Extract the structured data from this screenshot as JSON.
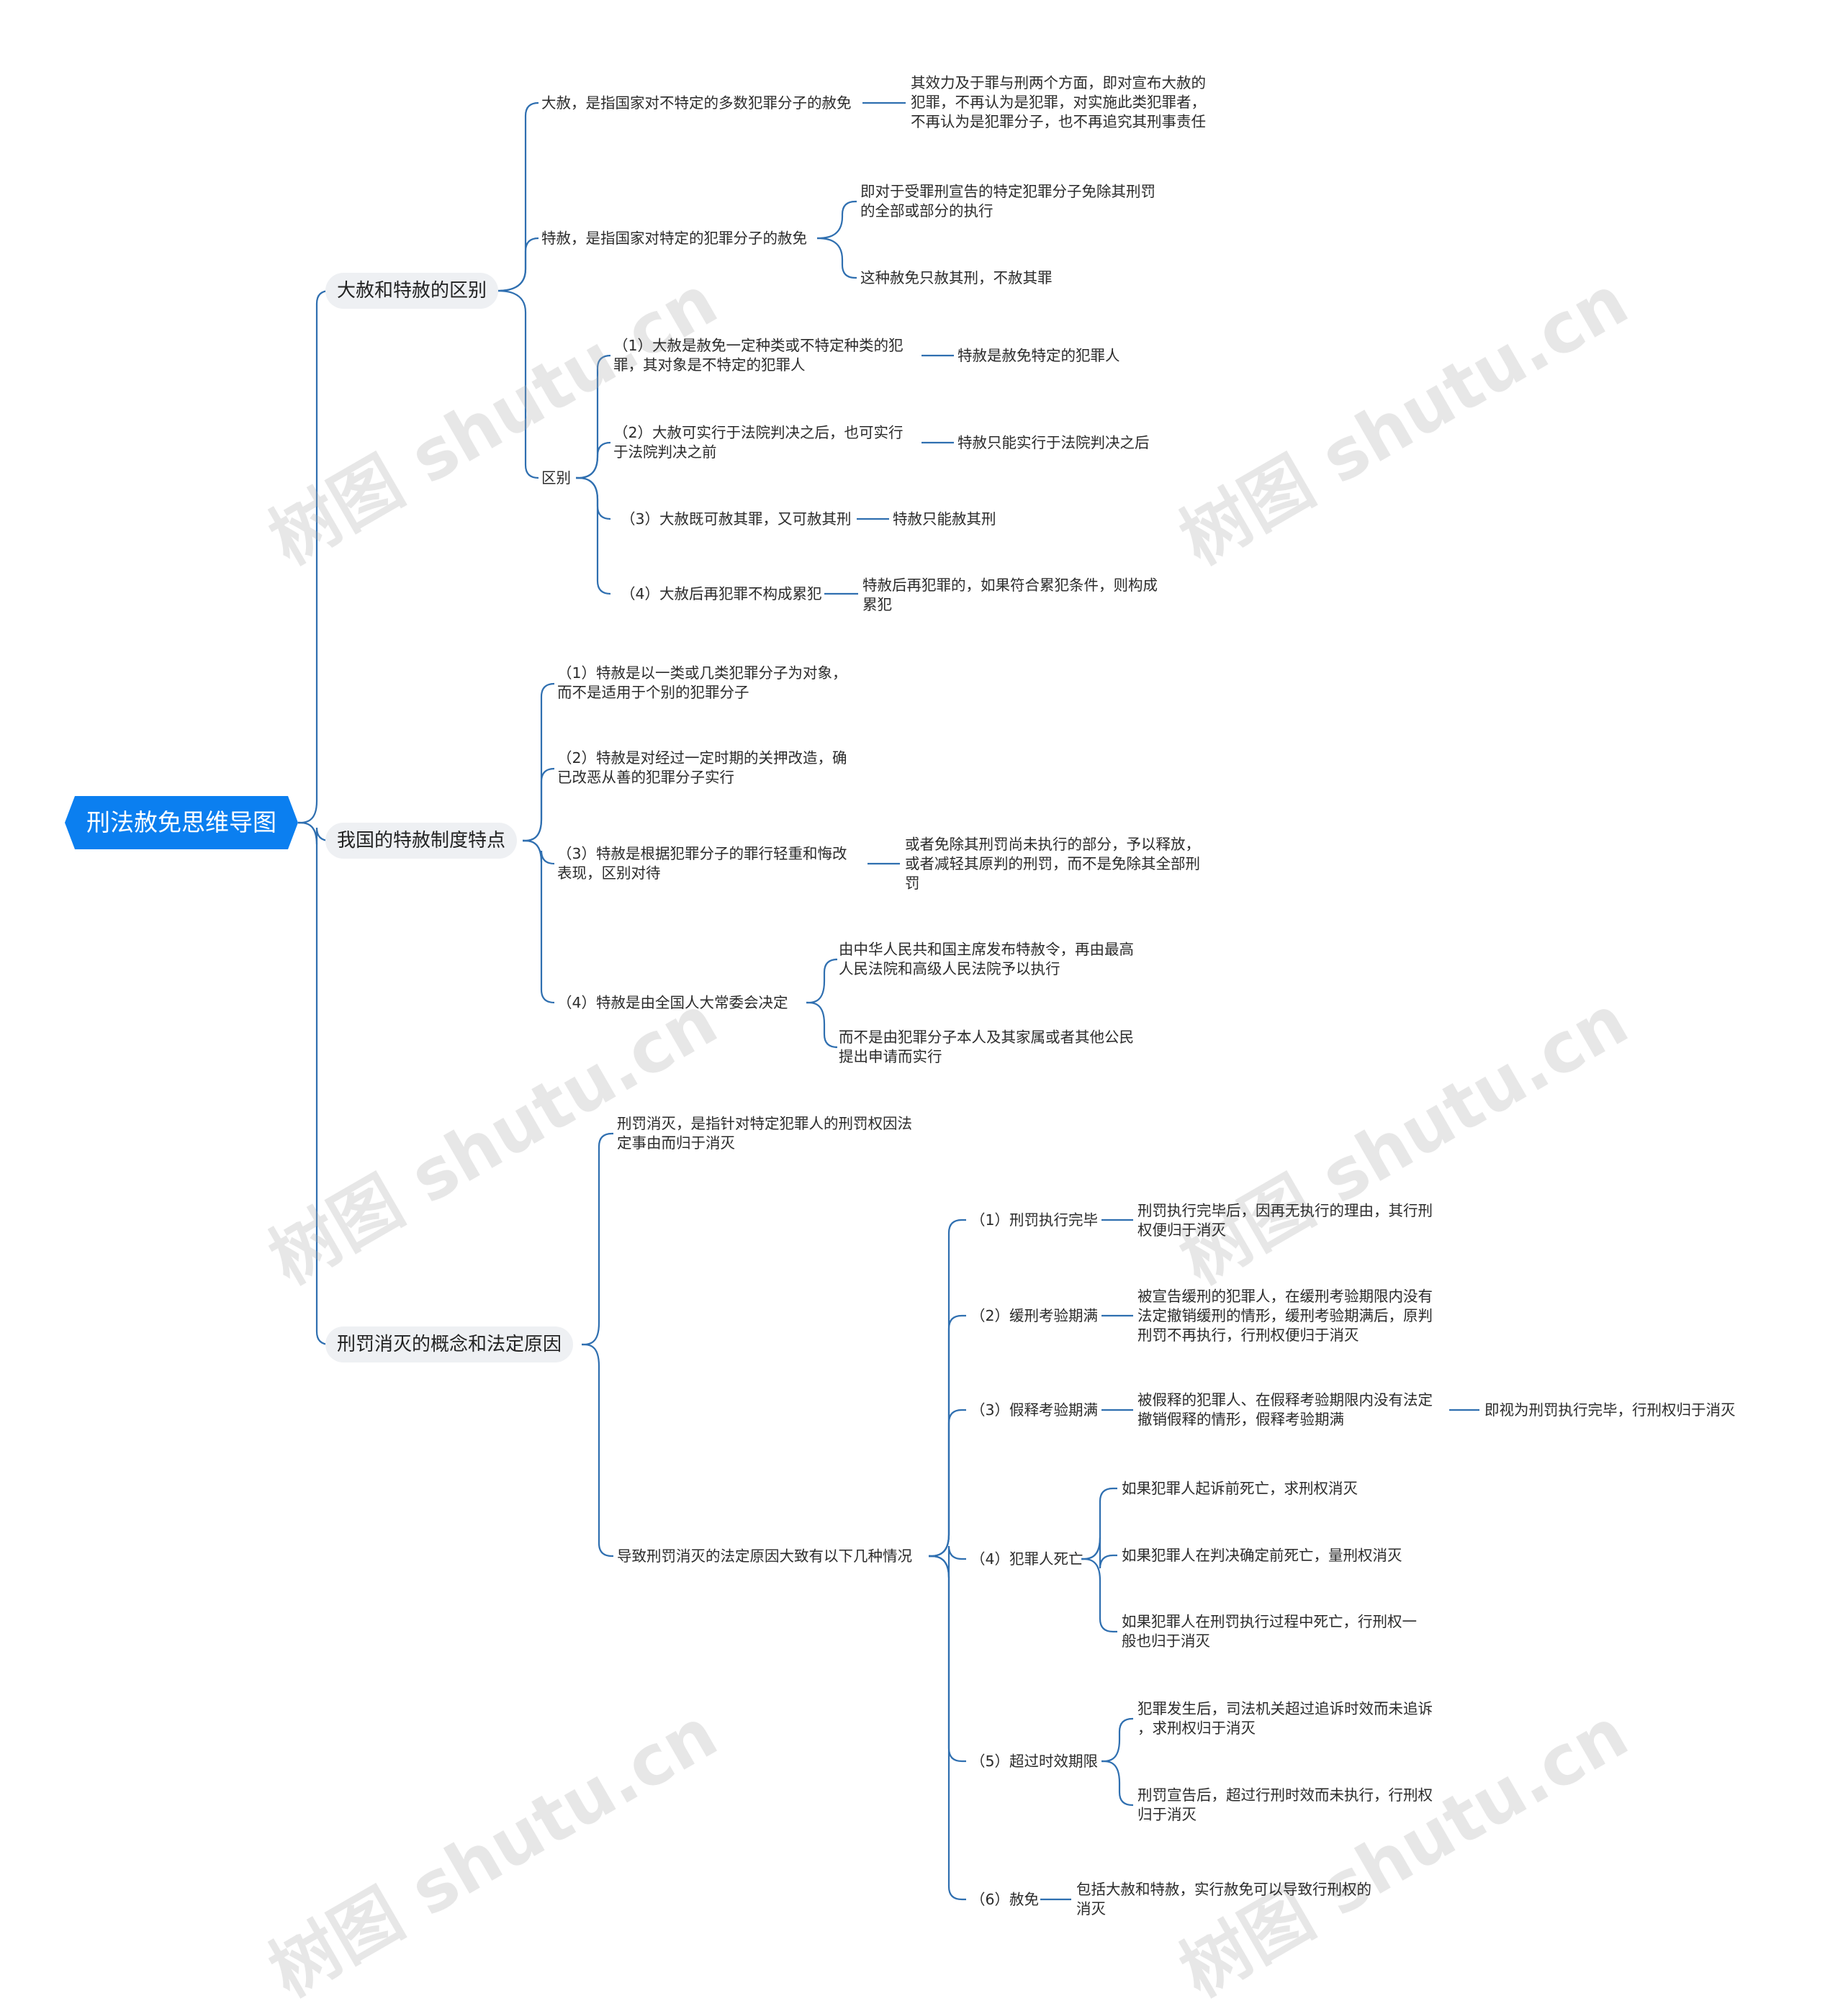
{
  "root": "刑法赦免思维导图",
  "watermark": "树图 shutu.cn",
  "colors": {
    "root_fill": "#0b7ff0",
    "branch_fill": "#eef0f3",
    "connector": "#2f6fb0",
    "text": "#2b2b2b"
  },
  "branches": [
    {
      "label": "大赦和特赦的区别",
      "children": [
        {
          "label": "大赦，是指国家对不特定的多数犯罪分子的赦免",
          "children": [
            {
              "lines": [
                "其效力及于罪与刑两个方面，即对宣布大赦的",
                "犯罪，不再认为是犯罪，对实施此类犯罪者，",
                "不再认为是犯罪分子，也不再追究其刑事责任"
              ]
            }
          ]
        },
        {
          "label": "特赦，是指国家对特定的犯罪分子的赦免",
          "children": [
            {
              "lines": [
                "即对于受罪刑宣告的特定犯罪分子免除其刑罚",
                "的全部或部分的执行"
              ]
            },
            {
              "lines": [
                "这种赦免只赦其刑，不赦其罪"
              ]
            }
          ]
        },
        {
          "label": "区别",
          "children": [
            {
              "lines": [
                "（1）大赦是赦免一定种类或不特定种类的犯",
                "罪，其对象是不特定的犯罪人"
              ],
              "note": "特赦是赦免特定的犯罪人"
            },
            {
              "lines": [
                "（2）大赦可实行于法院判决之后，也可实行",
                "于法院判决之前"
              ],
              "note": "特赦只能实行于法院判决之后"
            },
            {
              "lines": [
                "（3）大赦既可赦其罪，又可赦其刑"
              ],
              "note": "特赦只能赦其刑"
            },
            {
              "lines": [
                "（4）大赦后再犯罪不构成累犯"
              ],
              "note_lines": [
                "特赦后再犯罪的，如果符合累犯条件，则构成",
                "累犯"
              ]
            }
          ]
        }
      ]
    },
    {
      "label": "我国的特赦制度特点",
      "children": [
        {
          "lines": [
            "（1）特赦是以一类或几类犯罪分子为对象，",
            "而不是适用于个别的犯罪分子"
          ]
        },
        {
          "lines": [
            "（2）特赦是对经过一定时期的关押改造，确",
            "已改恶从善的犯罪分子实行"
          ]
        },
        {
          "lines": [
            "（3）特赦是根据犯罪分子的罪行轻重和悔改",
            "表现，区别对待"
          ],
          "children": [
            {
              "lines": [
                "或者免除其刑罚尚未执行的部分，予以释放，",
                "或者减轻其原判的刑罚，而不是免除其全部刑",
                "罚"
              ]
            }
          ]
        },
        {
          "lines": [
            "（4）特赦是由全国人大常委会决定"
          ],
          "children": [
            {
              "lines": [
                "由中华人民共和国主席发布特赦令，再由最高",
                "人民法院和高级人民法院予以执行"
              ]
            },
            {
              "lines": [
                "而不是由犯罪分子本人及其家属或者其他公民",
                "提出申请而实行"
              ]
            }
          ]
        }
      ]
    },
    {
      "label": "刑罚消灭的概念和法定原因",
      "children": [
        {
          "lines": [
            "刑罚消灭，是指针对特定犯罪人的刑罚权因法",
            "定事由而归于消灭"
          ]
        },
        {
          "lines": [
            "导致刑罚消灭的法定原因大致有以下几种情况"
          ],
          "children": [
            {
              "label": "（1）刑罚执行完毕",
              "children": [
                {
                  "lines": [
                    "刑罚执行完毕后，因再无执行的理由，其行刑",
                    "权便归于消灭"
                  ]
                }
              ]
            },
            {
              "label": "（2）缓刑考验期满",
              "children": [
                {
                  "lines": [
                    "被宣告缓刑的犯罪人，在缓刑考验期限内没有",
                    "法定撤销缓刑的情形，缓刑考验期满后，原判",
                    "刑罚不再执行，行刑权便归于消灭"
                  ]
                }
              ]
            },
            {
              "label": "（3）假释考验期满",
              "children": [
                {
                  "lines": [
                    "被假释的犯罪人、在假释考验期限内没有法定",
                    "撤销假释的情形，假释考验期满"
                  ],
                  "next": "即视为刑罚执行完毕，行刑权归于消灭"
                }
              ]
            },
            {
              "label": "（4）犯罪人死亡",
              "children": [
                {
                  "lines": [
                    "如果犯罪人起诉前死亡，求刑权消灭"
                  ]
                },
                {
                  "lines": [
                    "如果犯罪人在判决确定前死亡，量刑权消灭"
                  ]
                },
                {
                  "lines": [
                    "如果犯罪人在刑罚执行过程中死亡，行刑权一",
                    "般也归于消灭"
                  ]
                }
              ]
            },
            {
              "label": "（5）超过时效期限",
              "children": [
                {
                  "lines": [
                    "犯罪发生后，司法机关超过追诉时效而未追诉",
                    "，求刑权归于消灭"
                  ]
                },
                {
                  "lines": [
                    "刑罚宣告后，超过行刑时效而未执行，行刑权",
                    "归于消灭"
                  ]
                }
              ]
            },
            {
              "label": "（6）赦免",
              "children": [
                {
                  "lines": [
                    "包括大赦和特赦，实行赦免可以导致行刑权的",
                    "消灭"
                  ]
                }
              ]
            }
          ]
        }
      ]
    }
  ]
}
